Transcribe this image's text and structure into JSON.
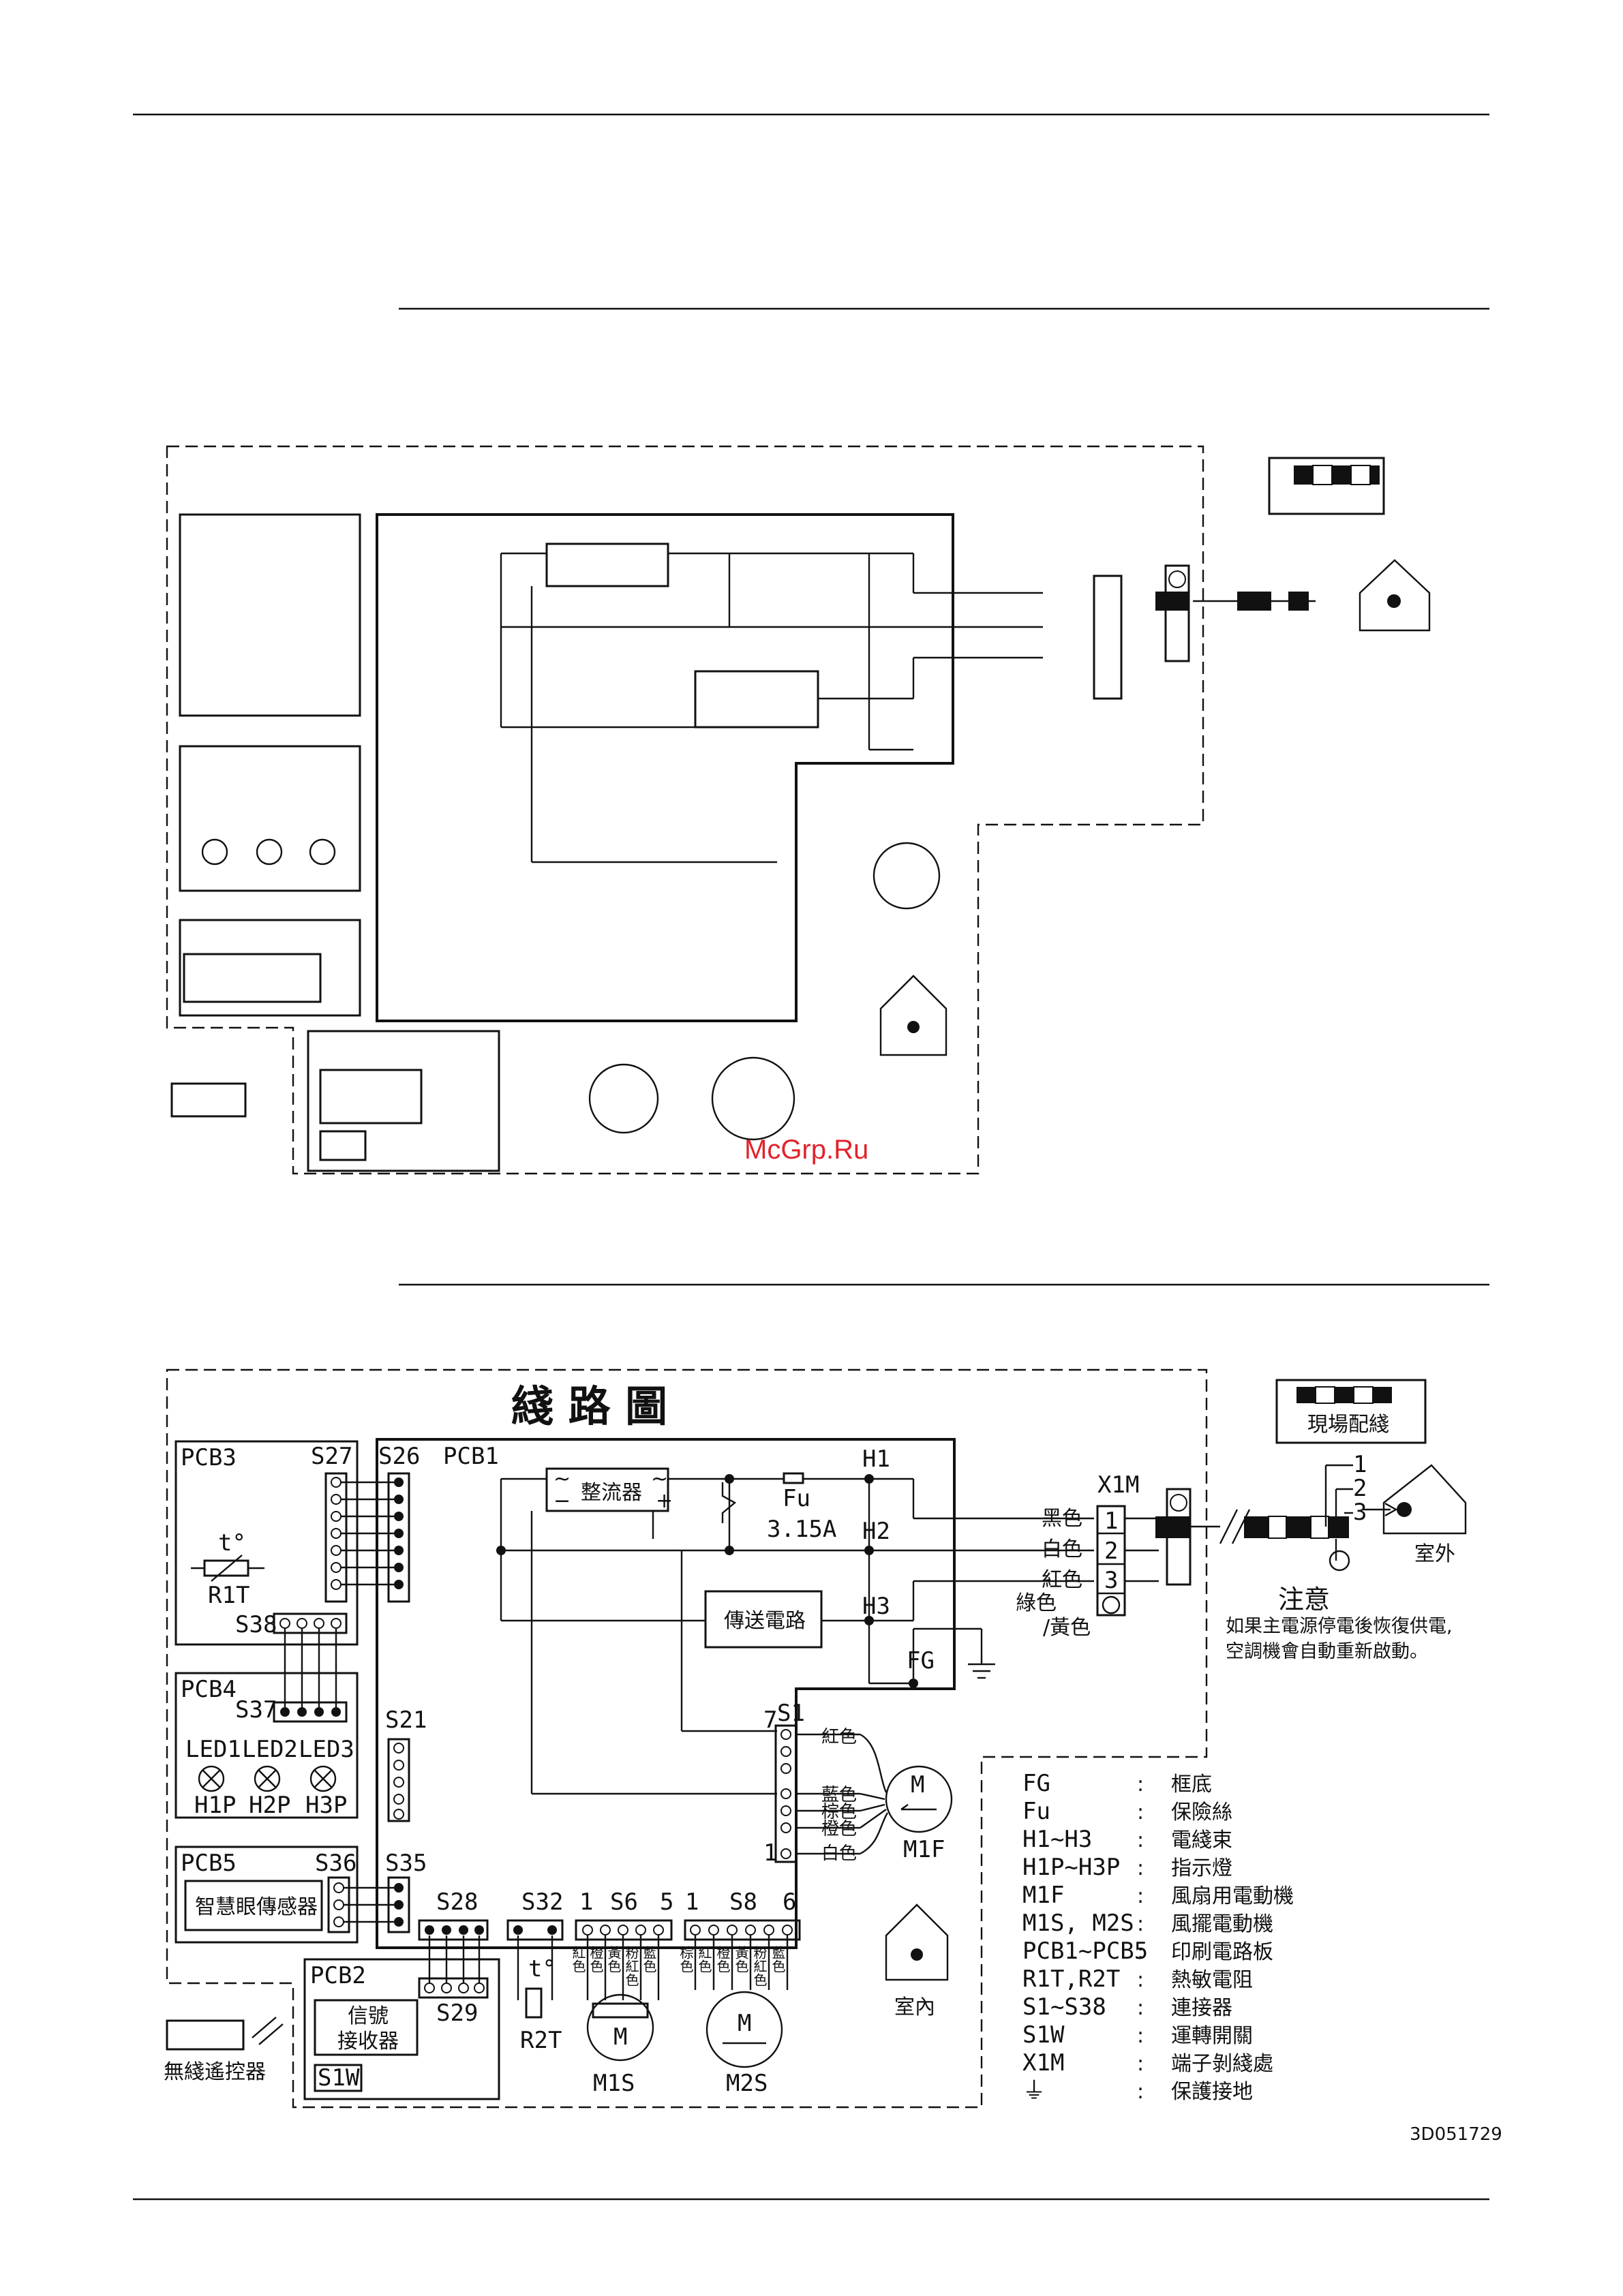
{
  "watermark": "McGrp.Ru",
  "doc_code": "3D051729",
  "diagram": {
    "title": "綫  路  圖",
    "field_wiring": "現場配綫",
    "pcbs": {
      "pcb1": "PCB1",
      "pcb2": "PCB2",
      "pcb3": "PCB3",
      "pcb4": "PCB4",
      "pcb5": "PCB5"
    },
    "connectors": {
      "s1": "S1",
      "s6": "S6",
      "s8": "S8",
      "s21": "S21",
      "s26": "S26",
      "s27": "S27",
      "s28": "S28",
      "s29": "S29",
      "s32": "S32",
      "s35": "S35",
      "s36": "S36",
      "s37": "S37",
      "s38": "S38"
    },
    "components": {
      "rectifier": "整流器",
      "fuse": "Fu",
      "fuse_rating": "3.15A",
      "transmission_circuit": "傳送電路",
      "intelligent_eye": "智慧眼傳感器",
      "signal_receiver_1": "信號",
      "signal_receiver_2": "接收器",
      "s1w": "S1W",
      "wireless_remote": "無綫遙控器",
      "r1t": "R1T",
      "r2t": "R2T",
      "temp": "t°",
      "m1f": "M1F",
      "m1s": "M1S",
      "m2s": "M2S",
      "motor": "M",
      "fg": "FG",
      "x1m": "X1M",
      "h1": "H1",
      "h2": "H2",
      "h3": "H3",
      "led1": "LED1",
      "led2": "LED2",
      "led3": "LED3",
      "h1p": "H1P",
      "h2p": "H2P",
      "h3p": "H3P",
      "indoor": "室內",
      "outdoor": "室外"
    },
    "pin_numbers": {
      "s1_top": "7",
      "s1_bottom": "1",
      "s6_left": "1",
      "s6_right": "5",
      "s8_left": "1",
      "s8_right": "6"
    },
    "terminal_numbers": [
      "1",
      "2",
      "3"
    ],
    "wire_colors_x1m": [
      "黑色",
      "白色",
      "紅色"
    ],
    "ground_wire_1": "綠色",
    "ground_wire_2": "/黃色",
    "wire_colors_m1f": [
      "紅色",
      "藍色",
      "棕色",
      "橙色",
      "白色"
    ],
    "wire_colors_m1s": [
      "紅色",
      "橙色",
      "黃色",
      "粉紅色",
      "藍色"
    ],
    "wire_colors_m2s": [
      "棕色",
      "紅色",
      "橙色",
      "黃色",
      "粉紅色",
      "藍色"
    ],
    "note_title": "注意",
    "note_lines": [
      "如果主電源停電後恢復供電,",
      "空調機會自動重新啟動。"
    ]
  },
  "legend": [
    {
      "code": "FG",
      "desc": "框底"
    },
    {
      "code": "Fu",
      "desc": "保險絲"
    },
    {
      "code": "H1~H3",
      "desc": "電綫束"
    },
    {
      "code": "H1P~H3P",
      "desc": "指示燈"
    },
    {
      "code": "M1F",
      "desc": "風扇用電動機"
    },
    {
      "code": "M1S, M2S",
      "desc": "風擺電動機"
    },
    {
      "code": "PCB1~PCB5",
      "desc": "印刷電路板"
    },
    {
      "code": "R1T,R2T",
      "desc": "熱敏電阻"
    },
    {
      "code": "S1~S38",
      "desc": "連接器"
    },
    {
      "code": "S1W",
      "desc": "運轉開關"
    },
    {
      "code": "X1M",
      "desc": "端子剝綫處"
    },
    {
      "code": "⏚",
      "desc": "保護接地"
    }
  ],
  "legend_sep": ":"
}
